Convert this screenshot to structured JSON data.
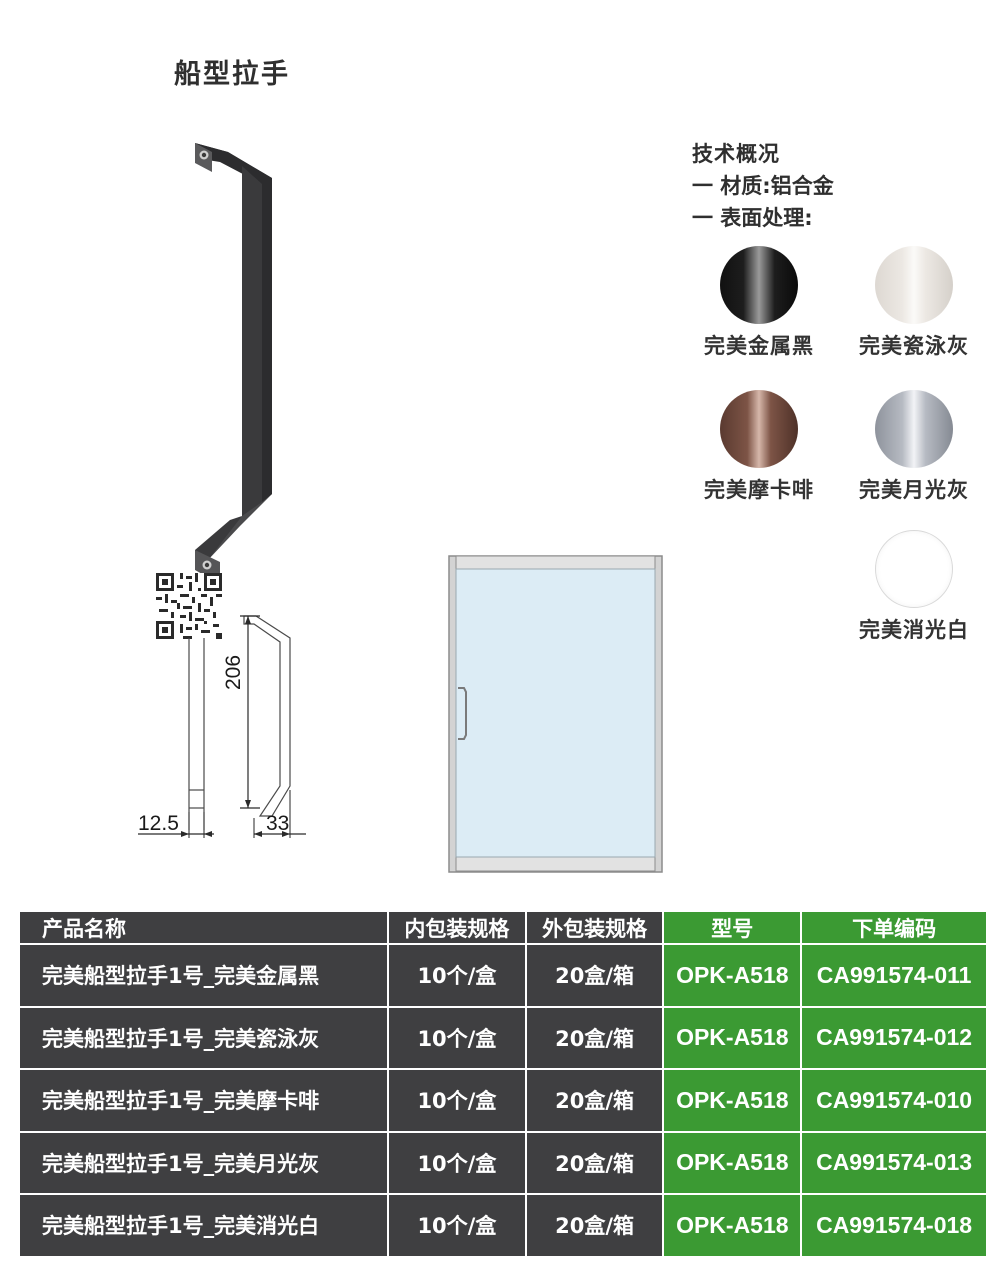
{
  "title": "船型拉手",
  "spec": {
    "heading": "技术概况",
    "material": "一 材质:铝合金",
    "surface": "一 表面处理:"
  },
  "finishes": [
    {
      "label": "完美金属黑",
      "color": "#111111"
    },
    {
      "label": "完美瓷泳灰",
      "color": "#ece8e3"
    },
    {
      "label": "完美摩卡啡",
      "color": "#7d5446"
    },
    {
      "label": "完美月光灰",
      "color": "#b6bac2"
    },
    {
      "label": "完美消光白",
      "color": "#ffffff"
    }
  ],
  "dimensions": {
    "length": "206",
    "thickness": "12.5",
    "depth": "33"
  },
  "table": {
    "headers": [
      "产品名称",
      "内包装规格",
      "外包装规格",
      "型号",
      "下单编码"
    ],
    "rows": [
      [
        "完美船型拉手1号_完美金属黑",
        "10个/盒",
        "20盒/箱",
        "OPK-A518",
        "CA991574-011"
      ],
      [
        "完美船型拉手1号_完美瓷泳灰",
        "10个/盒",
        "20盒/箱",
        "OPK-A518",
        "CA991574-012"
      ],
      [
        "完美船型拉手1号_完美摩卡啡",
        "10个/盒",
        "20盒/箱",
        "OPK-A518",
        "CA991574-010"
      ],
      [
        "完美船型拉手1号_完美月光灰",
        "10个/盒",
        "20盒/箱",
        "OPK-A518",
        "CA991574-013"
      ],
      [
        "完美船型拉手1号_完美消光白",
        "10个/盒",
        "20盒/箱",
        "OPK-A518",
        "CA991574-018"
      ]
    ]
  },
  "colors": {
    "table_dark": "#3f3f41",
    "table_green": "#3b9a33",
    "glass": "#dcecf5",
    "frame": "#c8c8c8"
  }
}
